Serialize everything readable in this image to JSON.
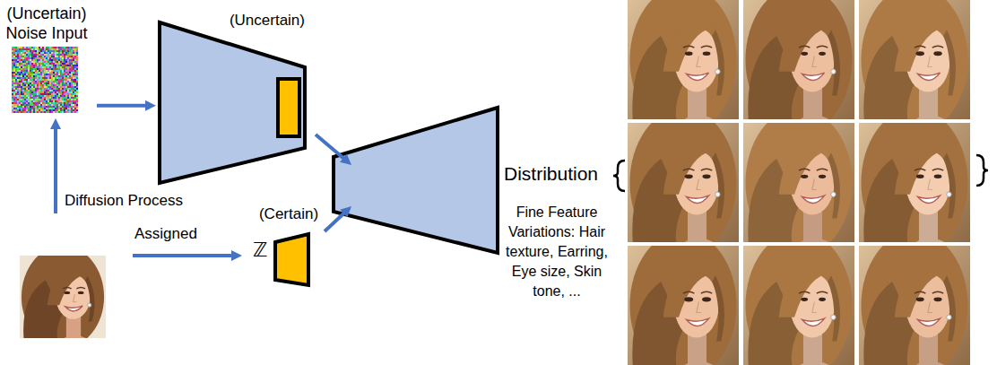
{
  "diagram": {
    "nodes": [
      {
        "text": [
          "(Uncertain) Noise Input"
        ]
      },
      {
        "text": [
          "(Uncertain)"
        ]
      },
      {
        "text": [
          "(Certain)",
          "ℤ"
        ]
      },
      {
        "text": [
          "Distribution"
        ]
      }
    ],
    "edges": [
      {
        "from": 0,
        "to": 1,
        "arrow": "to"
      }
    ],
    "labels": [
      "Diffusion Process",
      "Assigned",
      "Fine Feature Variations: Hair texture, Earring, Eye size, Skin tone, ..."
    ]
  }
}
